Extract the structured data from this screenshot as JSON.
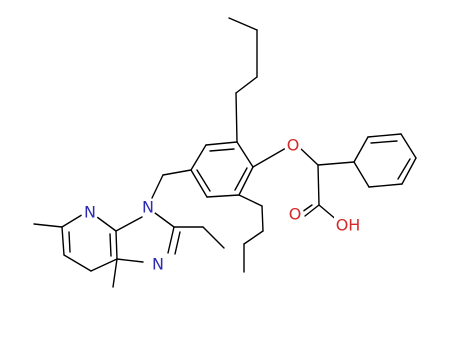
{
  "atom_labels": {
    "n_pyridine": "N",
    "n_imidazole_substituted": "N",
    "n_imidazole_ring": "N",
    "o_ether": "O",
    "o_carbonyl": "O",
    "oh_group": "OH"
  },
  "colors": {
    "bond": "#000000",
    "nitrogen": "#2b2bb3",
    "oxygen": "#d42a2a",
    "background": "#ffffff"
  }
}
